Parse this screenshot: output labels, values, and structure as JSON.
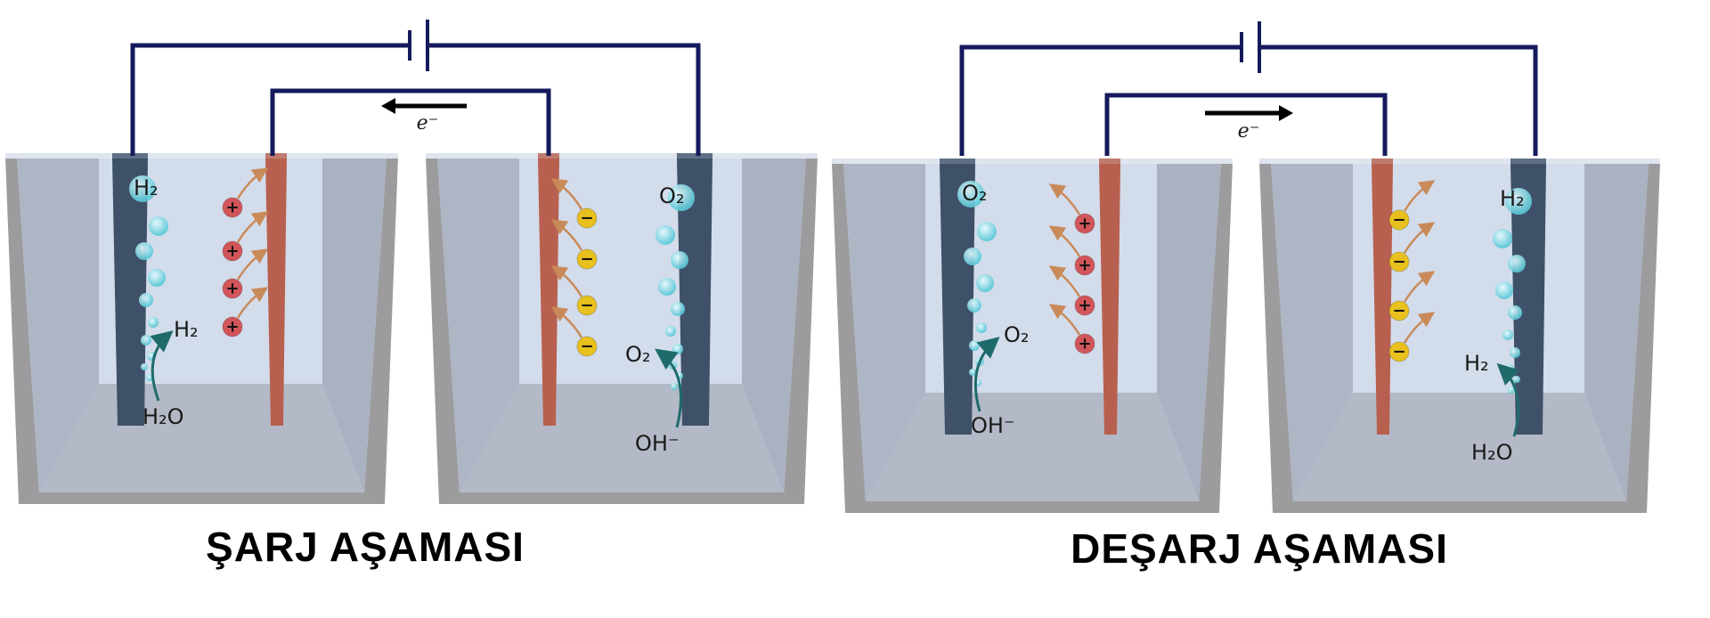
{
  "colors": {
    "wire": "#141a5c",
    "cathode": "#3f5169",
    "anode": "#b8604f",
    "cation": "#d2555a",
    "anion": "#e8c11e",
    "bubble": "#7fd6e0",
    "arrow": "#1f6b6b",
    "tank": "#9c9c9e"
  },
  "charge": {
    "title": "ŞARJ AŞAMASI",
    "electron_label": "e⁻",
    "electron_direction": "left",
    "cell1": {
      "gas_top": "H₂",
      "product": "H₂",
      "reactant": "H₂O",
      "ion_sign": "+",
      "ion_count": 4
    },
    "cell2": {
      "gas_top": "O₂",
      "product": "O₂",
      "reactant": "OH⁻",
      "ion_sign": "−",
      "ion_count": 4
    }
  },
  "discharge": {
    "title": "DEŞARJ AŞAMASI",
    "electron_label": "e⁻",
    "electron_direction": "right",
    "cell1": {
      "gas_top": "O₂",
      "product": "O₂",
      "reactant": "OH⁻",
      "ion_sign": "+",
      "ion_count": 4
    },
    "cell2": {
      "gas_top": "H₂",
      "product": "H₂",
      "reactant": "H₂O",
      "ion_sign": "−",
      "ion_count": 4
    }
  }
}
